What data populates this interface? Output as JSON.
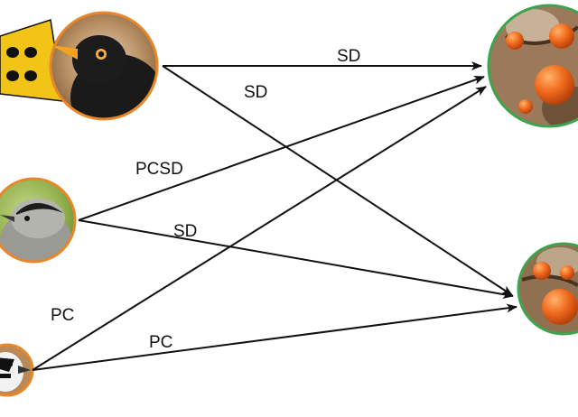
{
  "colors": {
    "background": "#ffffff",
    "arrow": "#111111",
    "bird_ring": "#e8862a",
    "fruit_ring": "#3fa34d",
    "beak_orange": "#f5a21c",
    "flag_yellow": "#f2c418"
  },
  "nodes": {
    "birds": [
      {
        "id": "blackbird",
        "icon": "blackbird-icon"
      },
      {
        "id": "blackcap",
        "icon": "blackcap-icon"
      },
      {
        "id": "woodpecker",
        "icon": "woodpecker-icon"
      }
    ],
    "fruits": [
      {
        "id": "fruit-top",
        "icon": "persimmon-top-icon"
      },
      {
        "id": "fruit-bottom",
        "icon": "persimmon-bottom-icon"
      }
    ]
  },
  "edges": [
    {
      "from": "blackbird",
      "to": "fruit-top",
      "label": "SD"
    },
    {
      "from": "blackbird",
      "to": "fruit-bottom",
      "label": "SD"
    },
    {
      "from": "blackcap",
      "to": "fruit-top",
      "label": "PCSD"
    },
    {
      "from": "blackcap",
      "to": "fruit-bottom",
      "label": "SD"
    },
    {
      "from": "woodpecker",
      "to": "fruit-top",
      "label": "PC"
    },
    {
      "from": "woodpecker",
      "to": "fruit-bottom",
      "label": "PC"
    }
  ]
}
